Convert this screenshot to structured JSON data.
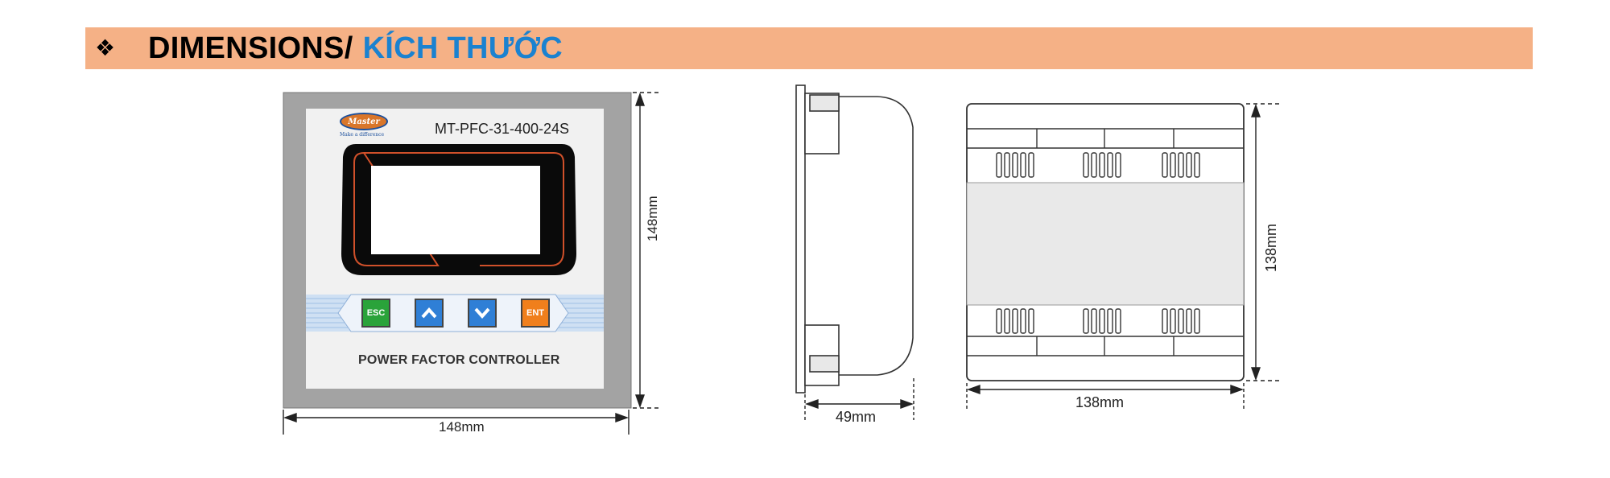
{
  "header": {
    "bullet": "❖",
    "title_en": "DIMENSIONS/",
    "title_vi": "KÍCH THƯỚC",
    "background": "#f5b186",
    "accent": "#1b82d0"
  },
  "front_view": {
    "brand_logo": "Master",
    "tagline": "Make a difference",
    "model": "MT-PFC-31-400-24S",
    "buttons": [
      "ESC",
      "up-arrow",
      "down-arrow",
      "ENT"
    ],
    "button_colors": [
      "#2aa33a",
      "#2f7fd6",
      "#2f7fd6",
      "#f07f1c"
    ],
    "product_name": "POWER FACTOR CONTROLLER",
    "width_label": "148mm",
    "height_label": "148mm"
  },
  "side_view": {
    "depth_label": "49mm"
  },
  "top_view": {
    "width_label": "138mm",
    "height_label": "138mm"
  }
}
